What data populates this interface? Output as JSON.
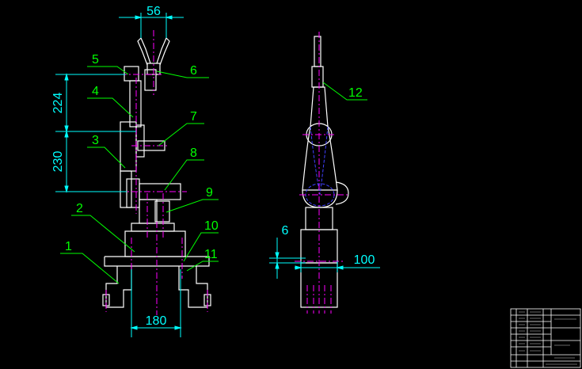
{
  "drawing": {
    "background": "#000000",
    "colors": {
      "outline": "#ffffff",
      "center": "#ff00ff",
      "leader": "#00ff00",
      "dimension": "#00ffff",
      "hidden": "#4040ff"
    },
    "dimensions": {
      "d56": "56",
      "d224": "224",
      "d230": "230",
      "d180": "180",
      "d6": "6",
      "d100": "100"
    },
    "part_numbers": {
      "p1": "1",
      "p2": "2",
      "p3": "3",
      "p4": "4",
      "p5": "5",
      "p6": "6",
      "p7": "7",
      "p8": "8",
      "p9": "9",
      "p10": "10",
      "p11": "11",
      "p12": "12"
    }
  }
}
